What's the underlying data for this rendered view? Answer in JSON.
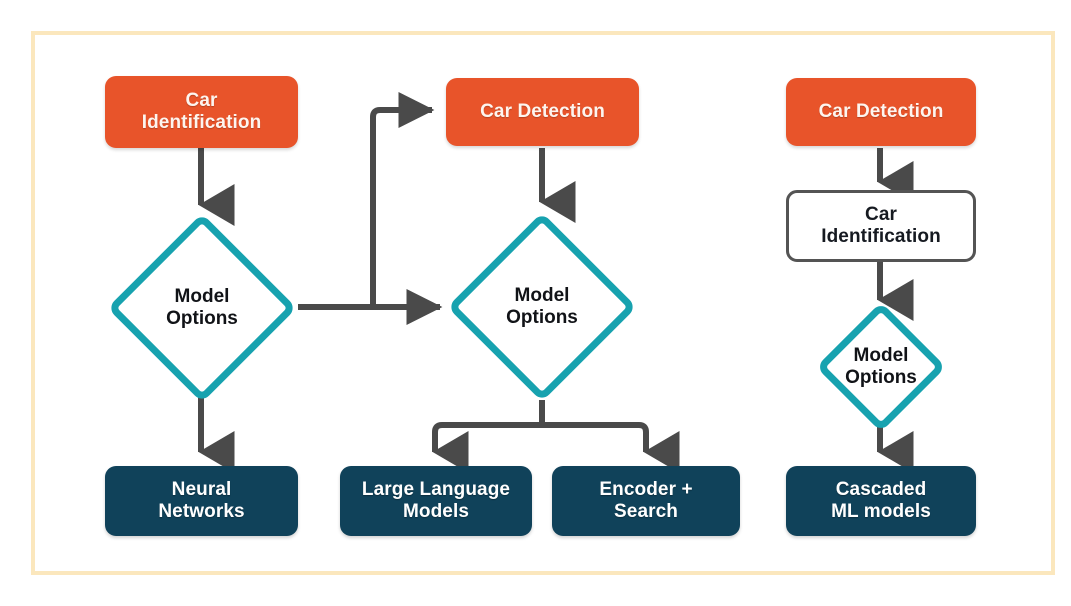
{
  "diagram": {
    "title": "Car detection and identification model-selection flowchart",
    "frame_color": "#fbe7bd",
    "background": "#ffffff",
    "colors": {
      "orange": "#e8542a",
      "teal": "#17a2af",
      "navy": "#10425a",
      "connector_gray": "#4a4a4a",
      "outline_border": "#545454",
      "text_on_dark": "#ffffff",
      "text_on_light": "#111317"
    },
    "columns": [
      {
        "name": "left-flow",
        "nodes": [
          {
            "id": "car-identification-1",
            "label": "Car\nIdentification",
            "shape": "rounded-rect",
            "style": "orange"
          },
          {
            "id": "model-options-1",
            "label": "Model\nOptions",
            "shape": "diamond",
            "style": "teal-outline"
          },
          {
            "id": "neural-networks",
            "label": "Neural\nNetworks",
            "shape": "rounded-rect",
            "style": "navy"
          }
        ]
      },
      {
        "name": "middle-flow",
        "nodes": [
          {
            "id": "car-detection-1",
            "label": "Car Detection",
            "shape": "rounded-rect",
            "style": "orange"
          },
          {
            "id": "model-options-2",
            "label": "Model\nOptions",
            "shape": "diamond",
            "style": "teal-outline"
          },
          {
            "id": "large-language-models",
            "label": "Large Language\nModels",
            "shape": "rounded-rect",
            "style": "navy"
          },
          {
            "id": "encoder-search",
            "label": "Encoder +\nSearch",
            "shape": "rounded-rect",
            "style": "navy"
          }
        ]
      },
      {
        "name": "right-flow",
        "nodes": [
          {
            "id": "car-detection-2",
            "label": "Car Detection",
            "shape": "rounded-rect",
            "style": "orange"
          },
          {
            "id": "car-identification-2",
            "label": "Car\nIdentification",
            "shape": "rounded-rect",
            "style": "white-outline"
          },
          {
            "id": "model-options-3",
            "label": "Model\nOptions",
            "shape": "diamond",
            "style": "teal-outline"
          },
          {
            "id": "cascaded-ml-models",
            "label": "Cascaded\nML models",
            "shape": "rounded-rect",
            "style": "navy"
          }
        ]
      }
    ],
    "labels": {
      "car_identification_line1": "Car",
      "car_identification_line2": "Identification",
      "car_detection": "Car Detection",
      "model_options_line1": "Model",
      "model_options_line2": "Options",
      "neural_networks_line1": "Neural",
      "neural_networks_line2": "Networks",
      "large_language_models_line1": "Large Language",
      "large_language_models_line2": "Models",
      "encoder_search_line1": "Encoder +",
      "encoder_search_line2": "Search",
      "cascaded_ml_models_line1": "Cascaded",
      "cascaded_ml_models_line2": "ML models"
    },
    "edges": [
      {
        "from": "car-identification-1",
        "to": "model-options-1",
        "arrow": true
      },
      {
        "from": "model-options-1",
        "to": "neural-networks",
        "arrow": true
      },
      {
        "from": "model-options-1",
        "to": "car-detection-1",
        "arrow": true
      },
      {
        "from": "model-options-1",
        "to": "model-options-2",
        "arrow": true
      },
      {
        "from": "car-detection-1",
        "to": "model-options-2",
        "arrow": true
      },
      {
        "from": "model-options-2",
        "to": "large-language-models",
        "arrow": true
      },
      {
        "from": "model-options-2",
        "to": "encoder-search",
        "arrow": true
      },
      {
        "from": "car-detection-2",
        "to": "car-identification-2",
        "arrow": true
      },
      {
        "from": "car-identification-2",
        "to": "model-options-3",
        "arrow": true
      },
      {
        "from": "model-options-3",
        "to": "cascaded-ml-models",
        "arrow": true
      }
    ]
  }
}
